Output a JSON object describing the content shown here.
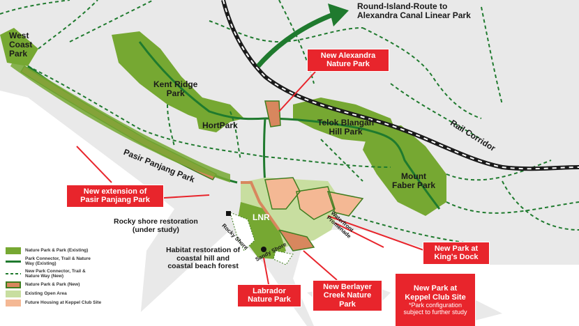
{
  "colors": {
    "background": "#e9e9e9",
    "water": "#ffffff",
    "park_existing": "#76a832",
    "park_existing_dark": "#3f7d1f",
    "connector": "#1f7a2e",
    "park_new_fill": "#d8875e",
    "park_new_border": "#3f7d1f",
    "open_area": "#c8dea0",
    "housing": "#f4b894",
    "red_label": "#e8252c",
    "rail": "#1a1a1a"
  },
  "map_labels": {
    "west_coast_park": "West\nCoast\nPark",
    "kent_ridge_park": "Kent Ridge\nPark",
    "hortpark": "HortPark",
    "telok_blangah": "Telok Blangah\nHill Park",
    "mount_faber": "Mount\nFaber Park",
    "pasir_panjang": "Pasir Panjang Park",
    "rail_corridor": "Rail Corridor",
    "round_island": "Round-Island-Route to\nAlexandra Canal Linear Park",
    "lnr": "LNR",
    "rocky_shore_road": "Rocky Shore",
    "sandy_shore_road": "Sandy Shore",
    "waterfront_promenade": "Waterfront\nPromenade",
    "rocky_shore_restoration": "Rocky shore restoration\n(under study)",
    "habitat_restoration": "Habitat restoration of\ncoastal hill and\ncoastal beach forest"
  },
  "callouts": {
    "new_alexandra": "New Alexandra\nNature Park",
    "pasir_panjang_ext": "New extension of\nPasir Panjang Park",
    "labrador": "Labrador\nNature Park",
    "berlayer": "New Berlayer\nCreek Nature\nPark",
    "keppel_club": "New Park at\nKeppel Club Site",
    "keppel_note": "*Park configuration\nsubject to further study",
    "kings_dock": "New Park at\nKing's Dock"
  },
  "legend": [
    {
      "label": "Nature Park & Park (Existing)",
      "swatch": "park-existing"
    },
    {
      "label": "Park Connector, Trail & Nature\nWay (Existing)",
      "swatch": "connector-existing"
    },
    {
      "label": "New Park Connector, Trail &\nNature Way (New)",
      "swatch": "connector-new"
    },
    {
      "label": "Nature Park & Park (New)",
      "swatch": "park-new"
    },
    {
      "label": "Existing Open Area",
      "swatch": "open-area"
    },
    {
      "label": "Future Housing at Keppel Club Site",
      "swatch": "housing"
    }
  ]
}
